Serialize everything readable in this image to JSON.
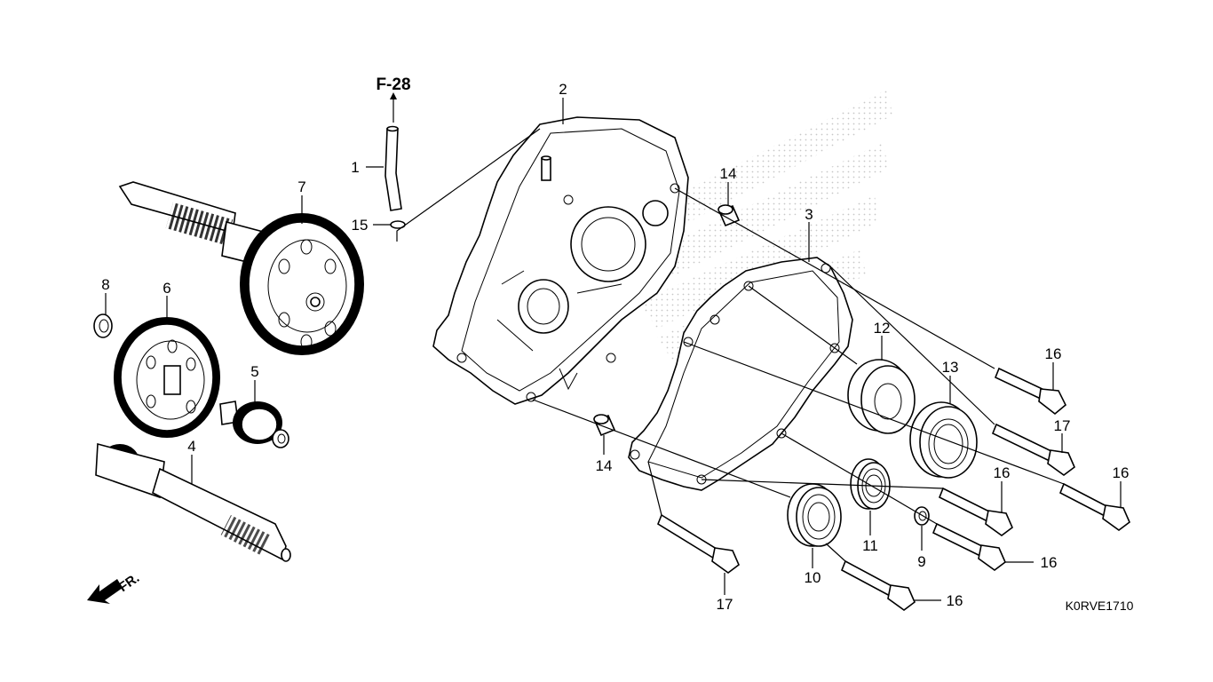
{
  "diagram": {
    "reference_arrow": "F-28",
    "front_marker": "FR.",
    "diagram_code": "K0RVE1710",
    "callouts": {
      "c1": "1",
      "c2": "2",
      "c3": "3",
      "c4": "4",
      "c5": "5",
      "c6": "6",
      "c7": "7",
      "c8": "8",
      "c9": "9",
      "c10": "10",
      "c11": "11",
      "c12": "12",
      "c13": "13",
      "c14a": "14",
      "c14b": "14",
      "c15": "15",
      "c16a": "16",
      "c16b": "16",
      "c16c": "16",
      "c16d": "16",
      "c16e": "16",
      "c17a": "17",
      "c17b": "17"
    }
  }
}
